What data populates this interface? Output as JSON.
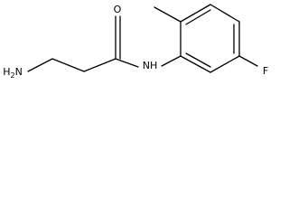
{
  "structure": {
    "atoms": {
      "amine": {
        "symbol": "H",
        "subscript": "2",
        "element": "N"
      },
      "carbonyl_oxygen": {
        "symbol": "O"
      },
      "amide_nitrogen": {
        "symbol": "NH"
      },
      "fluorine": {
        "symbol": "F"
      }
    }
  }
}
